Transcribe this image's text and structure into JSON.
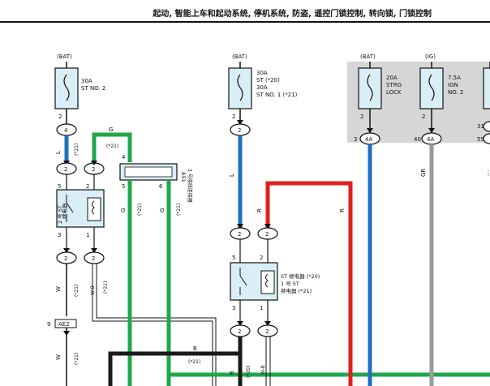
{
  "header": {
    "title": "起动, 智能上车和起动系统, 停机系统, 防盗, 遥控门锁控制, 转向锁, 门锁控制"
  },
  "fuses": [
    {
      "supply": "(BAT)",
      "rating": "30A",
      "name": "ST NO. 2",
      "extra1": "",
      "extra2": "",
      "pin": "2"
    },
    {
      "supply": "(BAT)",
      "rating": "30A",
      "name": "ST (*20)",
      "extra1": "30A",
      "extra2": "ST NO. 1 (*21)",
      "pin": "2"
    },
    {
      "supply": "(BAT)",
      "rating": "20A",
      "name": "STRG",
      "extra1": "LOCK",
      "extra2": "",
      "pin": "2"
    },
    {
      "supply": "(IG)",
      "rating": "7.5A",
      "name": "IGN",
      "extra1": "NO. 2",
      "extra2": "",
      "pin": "2"
    }
  ],
  "relays": {
    "st_no2": {
      "label_line1": "2 号 ST",
      "label_line2": "继电器"
    },
    "st_no1": {
      "label_line1": "ST 继电器 (*20)",
      "label_line2": "1 号 ST",
      "label_line3": "继电器 (*21)"
    }
  },
  "connector_a51": {
    "id": "A51",
    "name": "3 号接线连接器"
  },
  "connector_ae2": {
    "id": "AE2",
    "pin": "9"
  },
  "wire_colors": {
    "blue": "#1f6fc0",
    "green": "#1fa84a",
    "red": "#e0201c",
    "black": "#1a1a1a",
    "grey": "#9a9a9a",
    "panel": "#d6d6d6"
  },
  "labels": {
    "L": "L",
    "G": "G",
    "R": "R",
    "W": "W",
    "WB": "W-B",
    "B": "B",
    "GR": "GR",
    "star21": "(*21)",
    "star20": "(*20)",
    "note_dots": "⋮"
  },
  "connector_pins": {
    "c4": "4",
    "c2": "2",
    "c3": "3",
    "c1": "1",
    "c5": "5",
    "c6": "6",
    "c4A": "4A",
    "pin3": "3",
    "pin40": "40",
    "pin31": "31",
    "pin55": "55"
  }
}
